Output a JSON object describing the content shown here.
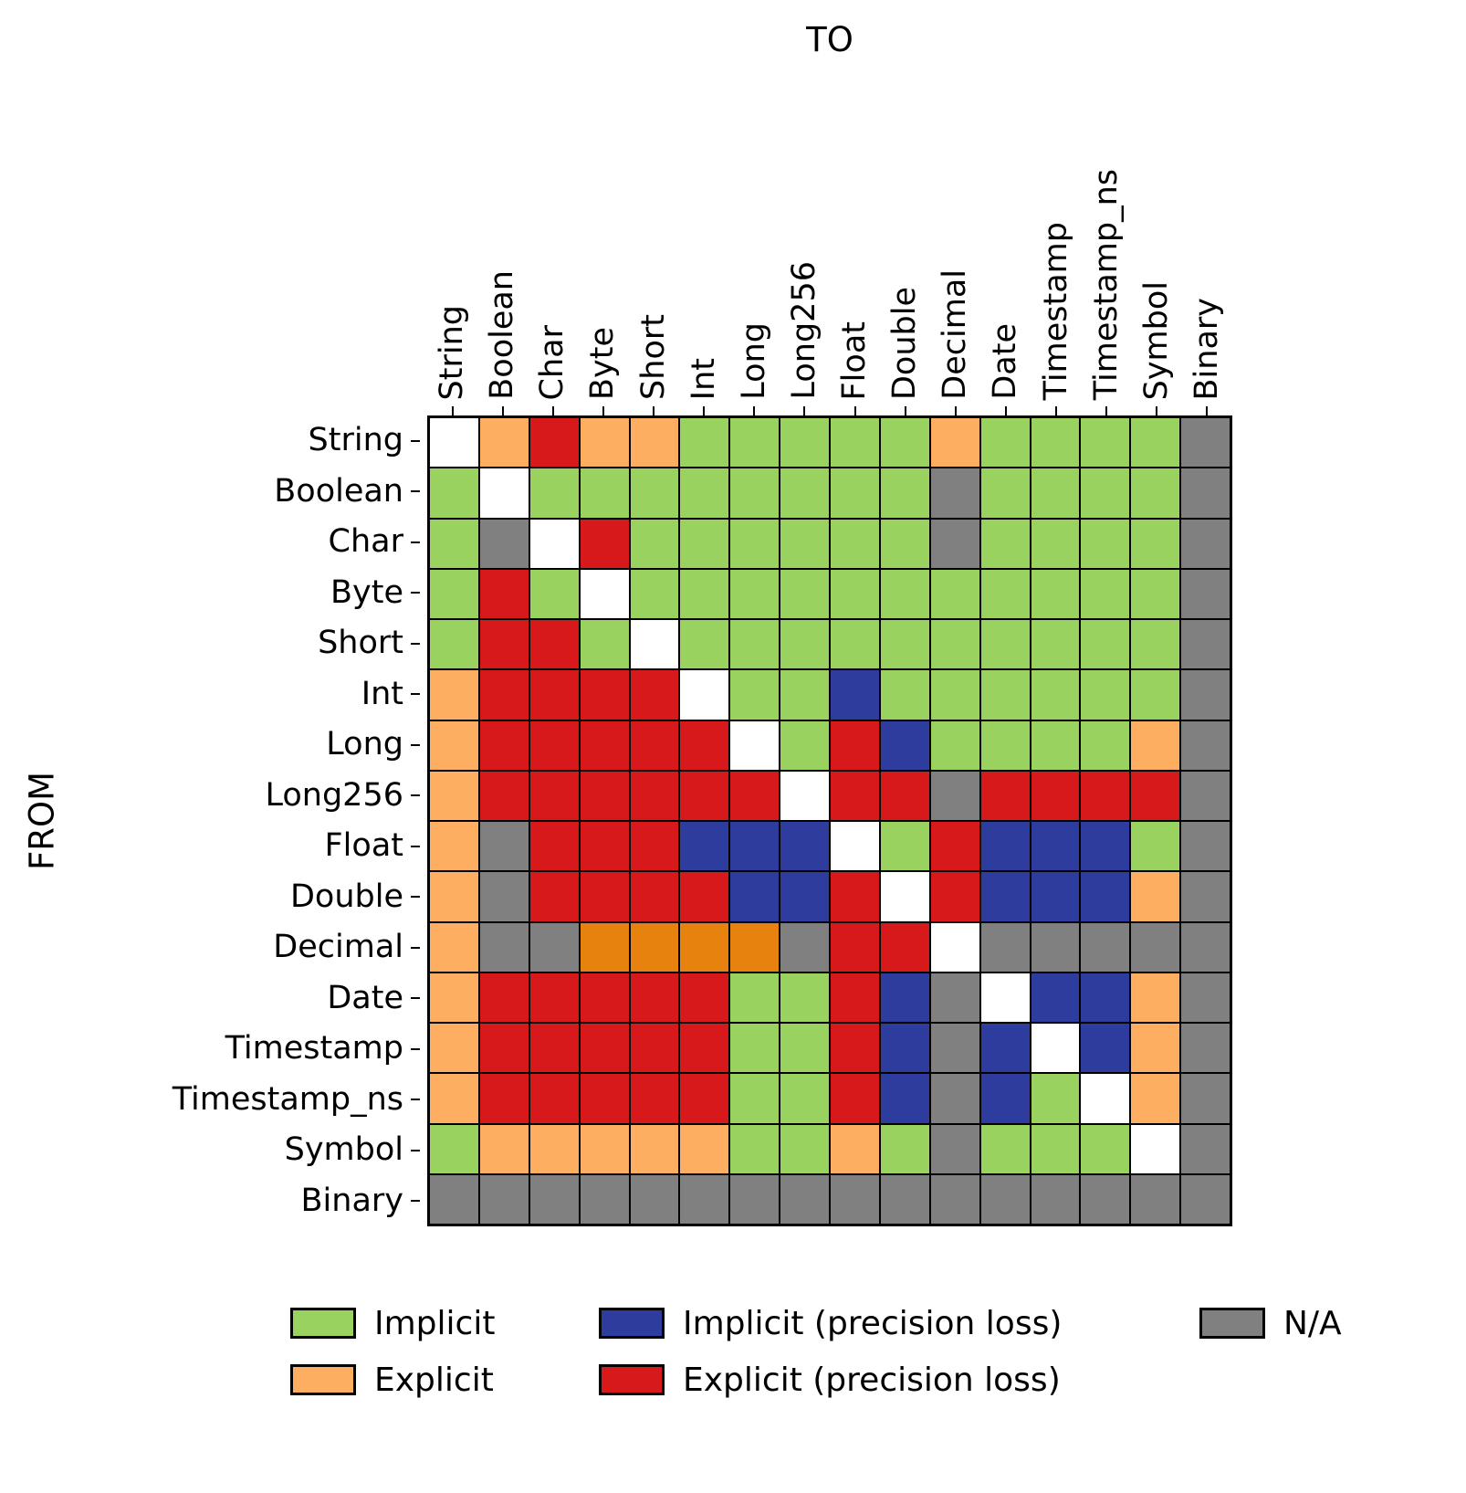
{
  "chart_data": {
    "type": "heatmap",
    "title_top": "TO",
    "title_left": "FROM",
    "types": [
      "String",
      "Boolean",
      "Char",
      "Byte",
      "Short",
      "Int",
      "Long",
      "Long256",
      "Float",
      "Double",
      "Decimal",
      "Date",
      "Timestamp",
      "Timestamp_ns",
      "Symbol",
      "Binary"
    ],
    "cell_codes": {
      "G": "Implicit",
      "O": "Explicit",
      "D": "Explicit (darker orange shade)",
      "B": "Implicit (precision loss)",
      "R": "Explicit (precision loss)",
      "N": "N/A",
      "W": "Same type (blank diagonal)"
    },
    "palette": {
      "G": "#99d25f",
      "O": "#fdae61",
      "D": "#e8820e",
      "B": "#2e3d9d",
      "R": "#d7191c",
      "N": "#808080",
      "W": "#ffffff"
    },
    "rows": [
      {
        "from": "String",
        "cells": [
          "W",
          "O",
          "R",
          "O",
          "O",
          "G",
          "G",
          "G",
          "G",
          "G",
          "O",
          "G",
          "G",
          "G",
          "G",
          "N"
        ]
      },
      {
        "from": "Boolean",
        "cells": [
          "G",
          "W",
          "G",
          "G",
          "G",
          "G",
          "G",
          "G",
          "G",
          "G",
          "N",
          "G",
          "G",
          "G",
          "G",
          "N"
        ]
      },
      {
        "from": "Char",
        "cells": [
          "G",
          "N",
          "W",
          "R",
          "G",
          "G",
          "G",
          "G",
          "G",
          "G",
          "N",
          "G",
          "G",
          "G",
          "G",
          "N"
        ]
      },
      {
        "from": "Byte",
        "cells": [
          "G",
          "R",
          "G",
          "W",
          "G",
          "G",
          "G",
          "G",
          "G",
          "G",
          "G",
          "G",
          "G",
          "G",
          "G",
          "N"
        ]
      },
      {
        "from": "Short",
        "cells": [
          "G",
          "R",
          "R",
          "G",
          "W",
          "G",
          "G",
          "G",
          "G",
          "G",
          "G",
          "G",
          "G",
          "G",
          "G",
          "N"
        ]
      },
      {
        "from": "Int",
        "cells": [
          "O",
          "R",
          "R",
          "R",
          "R",
          "W",
          "G",
          "G",
          "B",
          "G",
          "G",
          "G",
          "G",
          "G",
          "G",
          "N"
        ]
      },
      {
        "from": "Long",
        "cells": [
          "O",
          "R",
          "R",
          "R",
          "R",
          "R",
          "W",
          "G",
          "R",
          "B",
          "G",
          "G",
          "G",
          "G",
          "O",
          "N"
        ]
      },
      {
        "from": "Long256",
        "cells": [
          "O",
          "R",
          "R",
          "R",
          "R",
          "R",
          "R",
          "W",
          "R",
          "R",
          "N",
          "R",
          "R",
          "R",
          "R",
          "N"
        ]
      },
      {
        "from": "Float",
        "cells": [
          "O",
          "N",
          "R",
          "R",
          "R",
          "B",
          "B",
          "B",
          "W",
          "G",
          "R",
          "B",
          "B",
          "B",
          "G",
          "N"
        ]
      },
      {
        "from": "Double",
        "cells": [
          "O",
          "N",
          "R",
          "R",
          "R",
          "R",
          "B",
          "B",
          "R",
          "W",
          "R",
          "B",
          "B",
          "B",
          "O",
          "N"
        ]
      },
      {
        "from": "Decimal",
        "cells": [
          "O",
          "N",
          "N",
          "D",
          "D",
          "D",
          "D",
          "N",
          "R",
          "R",
          "W",
          "N",
          "N",
          "N",
          "N",
          "N"
        ]
      },
      {
        "from": "Date",
        "cells": [
          "O",
          "R",
          "R",
          "R",
          "R",
          "R",
          "G",
          "G",
          "R",
          "B",
          "N",
          "W",
          "B",
          "B",
          "O",
          "N"
        ]
      },
      {
        "from": "Timestamp",
        "cells": [
          "O",
          "R",
          "R",
          "R",
          "R",
          "R",
          "G",
          "G",
          "R",
          "B",
          "N",
          "B",
          "W",
          "B",
          "O",
          "N"
        ]
      },
      {
        "from": "Timestamp_ns",
        "cells": [
          "O",
          "R",
          "R",
          "R",
          "R",
          "R",
          "G",
          "G",
          "R",
          "B",
          "N",
          "B",
          "G",
          "W",
          "O",
          "N"
        ]
      },
      {
        "from": "Symbol",
        "cells": [
          "G",
          "O",
          "O",
          "O",
          "O",
          "O",
          "G",
          "G",
          "O",
          "G",
          "N",
          "G",
          "G",
          "G",
          "W",
          "N"
        ]
      },
      {
        "from": "Binary",
        "cells": [
          "N",
          "N",
          "N",
          "N",
          "N",
          "N",
          "N",
          "N",
          "N",
          "N",
          "N",
          "N",
          "N",
          "N",
          "N",
          "N"
        ]
      }
    ],
    "legend": [
      {
        "label": "Implicit",
        "color": "#99d25f"
      },
      {
        "label": "Explicit",
        "color": "#fdae61"
      },
      {
        "label": "Implicit (precision loss)",
        "color": "#2e3d9d"
      },
      {
        "label": "Explicit (precision loss)",
        "color": "#d7191c"
      },
      {
        "label": "N/A",
        "color": "#808080"
      }
    ]
  }
}
